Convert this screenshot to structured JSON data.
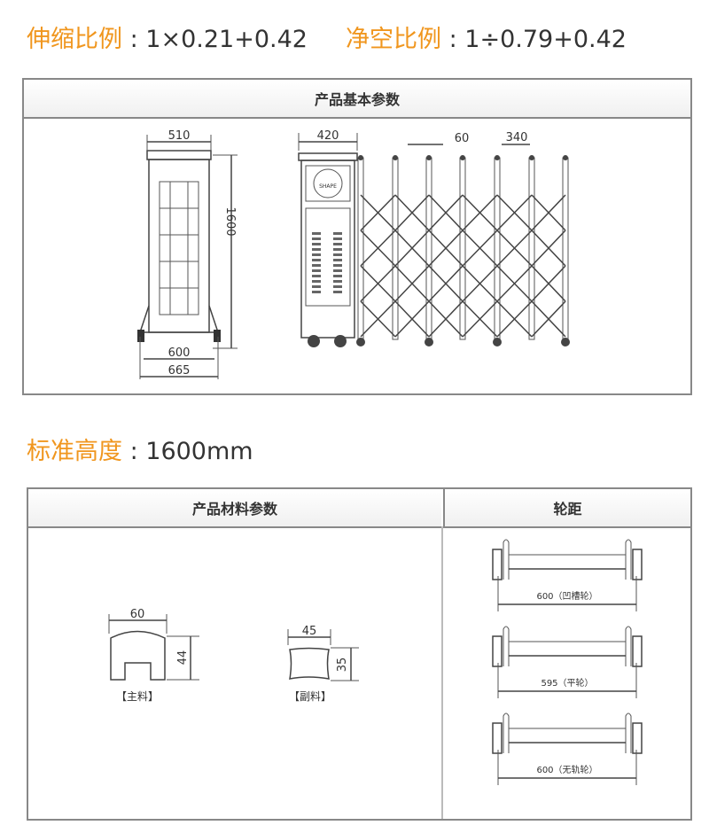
{
  "ratios": [
    {
      "label": "伸缩比例",
      "value": ": 1×0.21+0.42"
    },
    {
      "label": "净空比例",
      "value": ": 1÷0.79+0.42"
    }
  ],
  "basic_params": {
    "title": "产品基本参数",
    "side_view": {
      "top_width": "510",
      "height": "1600",
      "wheel_inner": "600",
      "wheel_outer": "665"
    },
    "front_view": {
      "head_width": "420",
      "bar_width": "60",
      "bar_spacing": "340",
      "logo_text": "SHAPE"
    }
  },
  "standard_height": {
    "label": "标准高度",
    "value": ": 1600mm"
  },
  "material_params": {
    "title": "产品材料参数",
    "main": {
      "width": "60",
      "height": "44",
      "caption": "【主料】"
    },
    "secondary": {
      "width": "45",
      "height": "35",
      "caption": "【副料】"
    }
  },
  "wheelbase": {
    "title": "轮距",
    "items": [
      {
        "label": "600（凹槽轮）"
      },
      {
        "label": "595（平轮）"
      },
      {
        "label": "600（无轨轮）"
      }
    ]
  },
  "colors": {
    "accent": "#f0961e",
    "border": "#888888"
  }
}
